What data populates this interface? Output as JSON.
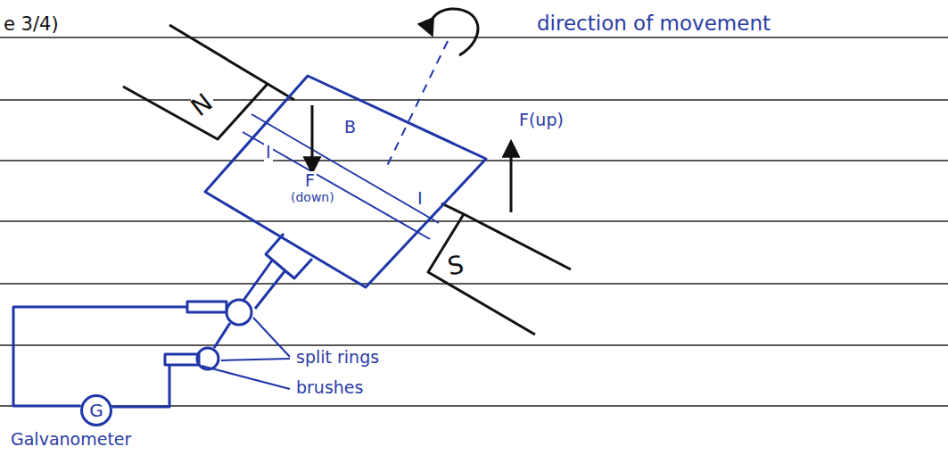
{
  "diagram": {
    "nodes": [
      {
        "text": [
          "N"
        ]
      },
      {
        "text": [
          "S"
        ]
      },
      {
        "text": [
          "G"
        ]
      }
    ],
    "labels": [
      "e 3/4)",
      "direction of movement",
      "F(up)",
      "B",
      "I",
      "I",
      "F",
      "(down)",
      "split rings",
      "brushes",
      "Galvanometer"
    ]
  }
}
